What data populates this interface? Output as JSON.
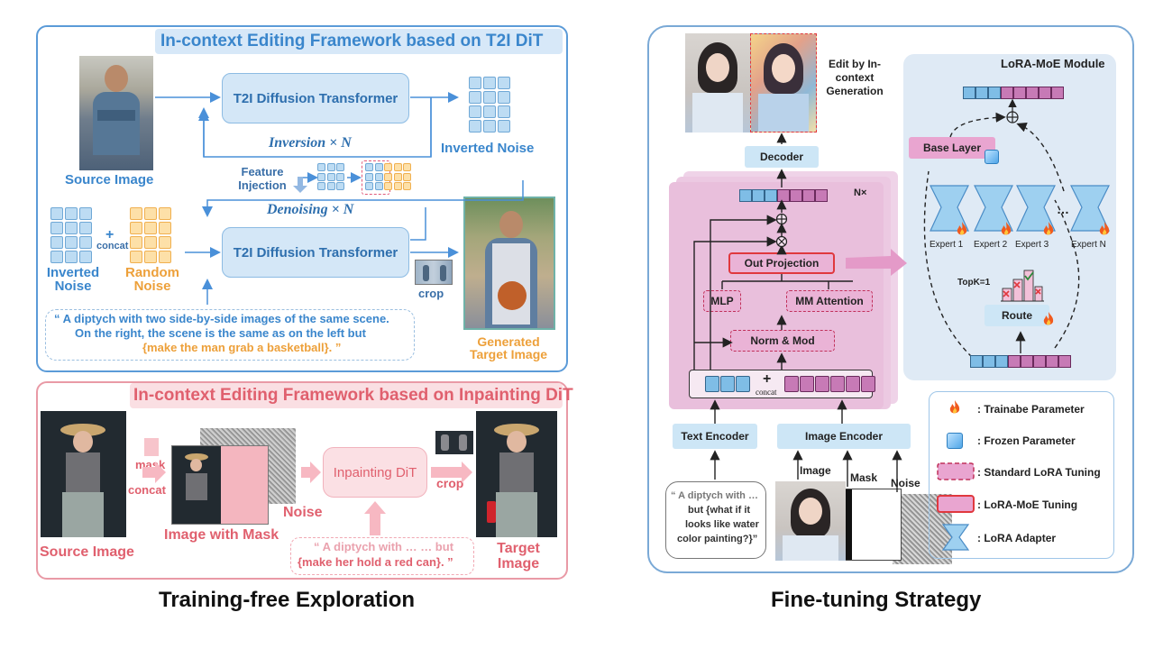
{
  "left": {
    "top_panel": {
      "title": "In-context Editing Framework based on T2I DiT",
      "dit_label_1": "T2I Diffusion Transformer",
      "dit_label_2": "T2I Diffusion Transformer",
      "inversion": "Inversion × N",
      "denoising": "Denoising × N",
      "inverted_noise": "Inverted Noise",
      "source_image": "Source Image",
      "feature_injection": "Feature Injection",
      "inverted_noise_2": "Inverted Noise",
      "random_noise": "Random Noise",
      "concat": "concat",
      "plus": "+",
      "crop": "crop",
      "generated": "Generated Target Image",
      "prompt_line1": "“ A diptych with two side-by-side images of the same scene.",
      "prompt_line2": "On the right, the scene is the same as on the left  but",
      "prompt_line3": "{make the man grab a basketball}. ”"
    },
    "bottom_panel": {
      "title": "In-context Editing Framework based on Inpainting DiT",
      "mask": "mask",
      "concat": "concat",
      "noise": "Noise",
      "inpainting_dit": "Inpainting DiT",
      "crop": "crop",
      "source_image": "Source Image",
      "image_with_mask": "Image with Mask",
      "prompt_line1": "“ A diptych with … … but",
      "prompt_line2": "{make her hold a red can}. ”",
      "target_image": "Target Image"
    },
    "caption": "Training-free Exploration"
  },
  "right": {
    "edit_label": "Edit by In-context Generation",
    "decoder": "Decoder",
    "nx": "N×",
    "out_projection": "Out Projection",
    "mlp": "MLP",
    "mm_attention": "MM Attention",
    "norm_mod": "Norm & Mod",
    "concat": "concat",
    "plus": "+",
    "text_encoder": "Text Encoder",
    "image_encoder": "Image Encoder",
    "image": "Image",
    "mask": "Mask",
    "noise": "Noise",
    "prompt_line1": "“ A diptych with …",
    "prompt_line2": "but {what if it",
    "prompt_line3": "looks like water",
    "prompt_line4": "color painting?}”",
    "lora_moe_module": "LoRA-MoE Module",
    "base_layer": "Base Layer",
    "experts": [
      "Expert 1",
      "Expert 2",
      "Expert 3",
      "Expert N"
    ],
    "ellipsis": "…",
    "topk": "TopK=1",
    "route": "Route",
    "legend": [
      {
        "label": ": Trainabe Parameter",
        "icon": "flame-icon"
      },
      {
        "label": ": Frozen Parameter",
        "icon": "ice-cube-icon"
      },
      {
        "label": ": Standard LoRA Tuning",
        "icon": "dashed-box-icon"
      },
      {
        "label": ": LoRA-MoE Tuning",
        "icon": "red-box-icon"
      },
      {
        "label": ": LoRA Adapter",
        "icon": "adapter-icon"
      }
    ],
    "caption": "Fine-tuning Strategy"
  },
  "colors": {
    "blue_border": "#4a90d9",
    "blue_text": "#3a78c0",
    "pink_border": "#e88a96",
    "pink_text": "#e0606e",
    "orange_text": "#eda03a",
    "moe_red": "#e0383e",
    "lora_pink": "#e9a5d0"
  }
}
